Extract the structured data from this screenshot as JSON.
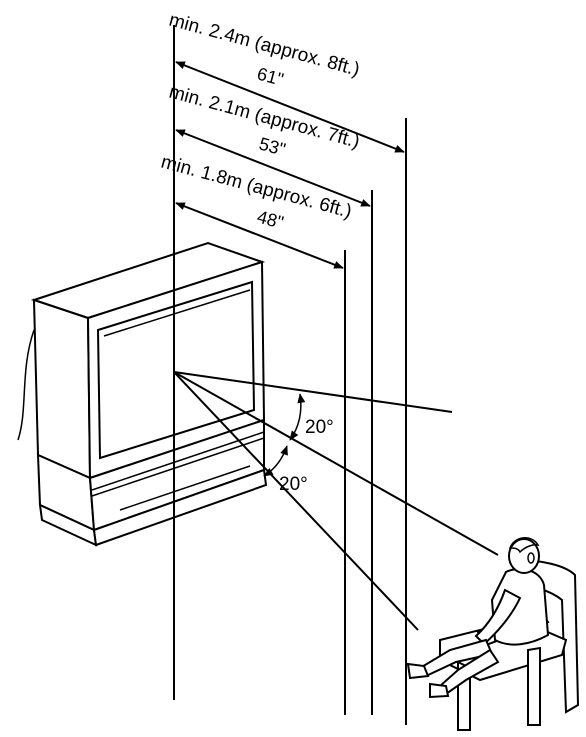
{
  "dimensions": [
    {
      "distance": "min. 2.4m (approx. 8ft.)",
      "screen_size": "61\""
    },
    {
      "distance": "min. 2.1m (approx. 7ft.)",
      "screen_size": "53\""
    },
    {
      "distance": "min. 1.8m (approx. 6ft.)",
      "screen_size": "48\""
    }
  ],
  "angles": {
    "upper": "20°",
    "lower": "20°"
  }
}
